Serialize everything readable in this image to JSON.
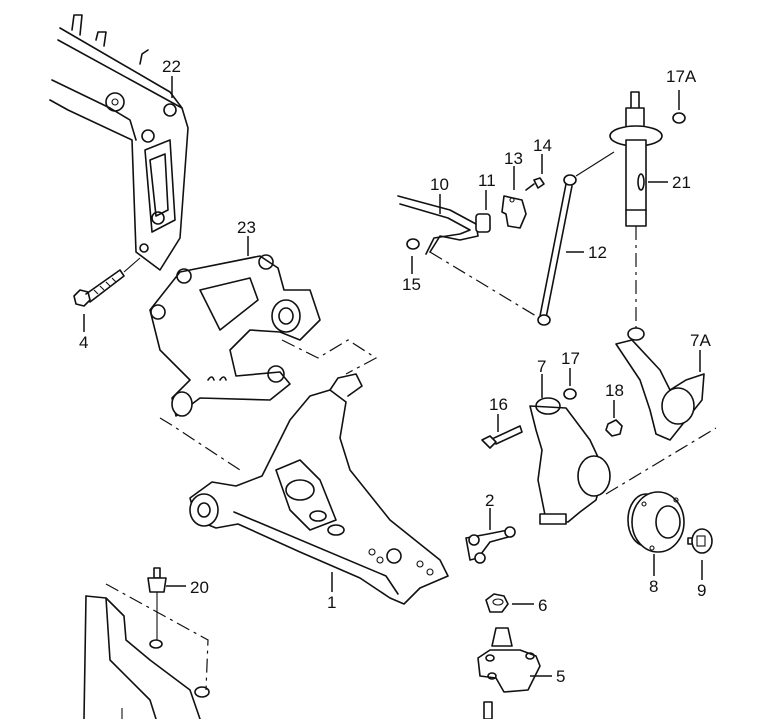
{
  "diagram": {
    "title": "Front suspension exploded parts diagram",
    "callouts": {
      "c1": "1",
      "c2": "2",
      "c4": "4",
      "c5": "5",
      "c6": "6",
      "c7": "7",
      "c7a": "7A",
      "c8": "8",
      "c9": "9",
      "c10": "10",
      "c11": "11",
      "c12": "12",
      "c13": "13",
      "c14": "14",
      "c15": "15",
      "c16": "16",
      "c17": "17",
      "c17a": "17A",
      "c18": "18",
      "c20": "20",
      "c21": "21",
      "c22": "22",
      "c23": "23"
    },
    "parts": [
      {
        "ref": "1",
        "name": "lower control arm"
      },
      {
        "ref": "2",
        "name": "nut plate"
      },
      {
        "ref": "4",
        "name": "bolt"
      },
      {
        "ref": "5",
        "name": "ball joint"
      },
      {
        "ref": "6",
        "name": "nut"
      },
      {
        "ref": "7",
        "name": "steering knuckle"
      },
      {
        "ref": "7A",
        "name": "steering knuckle (alt)"
      },
      {
        "ref": "8",
        "name": "wheel hub"
      },
      {
        "ref": "9",
        "name": "hub bolt"
      },
      {
        "ref": "10",
        "name": "stabilizer bar"
      },
      {
        "ref": "11",
        "name": "bushing"
      },
      {
        "ref": "12",
        "name": "stabilizer link"
      },
      {
        "ref": "13",
        "name": "clamp"
      },
      {
        "ref": "14",
        "name": "bolt"
      },
      {
        "ref": "15",
        "name": "nut"
      },
      {
        "ref": "16",
        "name": "bolt"
      },
      {
        "ref": "17",
        "name": "nut"
      },
      {
        "ref": "17A",
        "name": "nut"
      },
      {
        "ref": "18",
        "name": "nut"
      },
      {
        "ref": "20",
        "name": "bolt"
      },
      {
        "ref": "21",
        "name": "shock absorber strut"
      },
      {
        "ref": "22",
        "name": "subframe"
      },
      {
        "ref": "23",
        "name": "mounting bracket"
      }
    ]
  }
}
